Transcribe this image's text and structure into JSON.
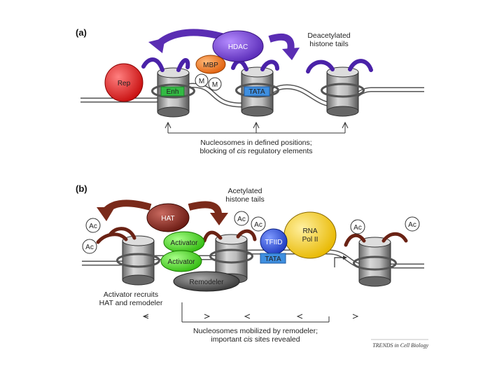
{
  "panel_a": {
    "label": "(a)",
    "hdac": "HDAC",
    "mbp": "MBP",
    "rep": "Rep",
    "m": "M",
    "enh": "Enh",
    "tata": "TATA",
    "tails_line1": "Deacetylated",
    "tails_line2": "histone tails",
    "caption_line1": "Nucleosomes in defined positions;",
    "caption_line2_prefix": "blocking of ",
    "caption_line2_italic": "cis",
    "caption_line2_suffix": " regulatory elements"
  },
  "panel_b": {
    "label": "(b)",
    "hat": "HAT",
    "ac": "Ac",
    "activator": "Activator",
    "remodeler": "Remodeler",
    "tfiid": "TFIID",
    "tata": "TATA",
    "rna_line1": "RNA",
    "rna_line2": "Pol II",
    "tails_line1": "Acetylated",
    "tails_line2": "histone tails",
    "recruit_line1": "Activator recruits",
    "recruit_line2": "HAT and remodeler",
    "caption_line1": "Nucleosomes mobilized by remodeler;",
    "caption_line2_prefix": "important ",
    "caption_line2_italic": "cis",
    "caption_line2_suffix": " sites revealed"
  },
  "credit": "TRENDS in Cell Biology",
  "colors": {
    "purple": "#5a2db3",
    "brown": "#7a2a1a",
    "hdac": "#7a3fd8",
    "mbp": "#ee7a22",
    "rep": "#e22a2a",
    "enh": "#33bb44",
    "tata": "#3f8fe0",
    "hat": "#8a2a22",
    "activator": "#55dd33",
    "remodeler": "#666666",
    "tfiid": "#3355dd",
    "rnapol": "#f2cc1a"
  }
}
